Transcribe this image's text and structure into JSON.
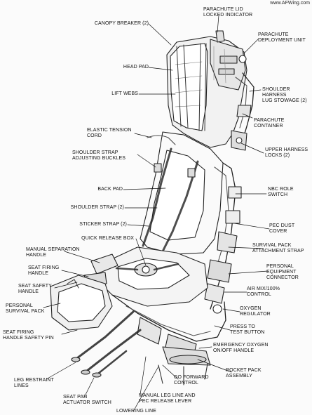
{
  "watermark": "www.AFWing.com",
  "labels": {
    "canopy_breaker": "CANOPY BREAKER (2)",
    "parachute_lid_locked_indicator": "PARACHUTE LID\nLOCKED INDICATOR",
    "parachute_deployment_unit": "PARACHUTE\nDEPLOYMENT UNIT",
    "head_pad": "HEAD PAD",
    "lift_webs": "LIFT WEBS",
    "shoulder_harness_lug_stowage": "SHOULDER\nHARNESS\nLUG STOWAGE (2)",
    "parachute_container": "PARACHUTE\nCONTAINER",
    "elastic_tension_cord": "ELASTIC TENSION\nCORD",
    "shoulder_strap_adjusting_buckles": "SHOULDER STRAP\nADJUSTING BUCKLES",
    "upper_harness_locks": "UPPER HARNESS\nLOCKS (2)",
    "back_pad": "BACK PAD",
    "nbc_role_switch": "NBC ROLE\nSWITCH",
    "shoulder_strap": "SHOULDER STRAP (2)",
    "sticker_strap": "STICKER STRAP (2)",
    "pec_dust_cover": "PEC DUST\nCOVER",
    "quick_release_box": "QUICK RELEASE BOX",
    "manual_separation_handle": "MANUAL SEPARATION\nHANDLE",
    "survival_pack_attachment_strap": "SURVIVAL PACK\nATTACHMENT STRAP",
    "seat_firing_handle": "SEAT FIRING\nHANDLE",
    "personal_equipment_connector": "PERSONAL\nEQUIPMENT\nCONNECTOR",
    "seat_safety_handle": "SEAT SAFETY\nHANDLE",
    "air_mix_control": "AIR MIX/100%\nCONTROL",
    "personal_survival_pack": "PERSONAL\nSURVIVAL PACK",
    "oxygen_regulator": "OXYGEN\nREGULATOR",
    "press_to_test_button": "PRESS TO\nTEST BUTTON",
    "seat_firing_handle_safety_pin": "SEAT FIRING\nHANDLE SAFETY PIN",
    "emergency_oxygen_handle": "EMERGENCY OXYGEN\nON/OFF HANDLE",
    "rocket_pack_assembly": "ROCKET PACK\nASSEMBLY",
    "leg_restraint_lines": "LEG RESTRAINT\nLINES",
    "go_forward_control": "GO FORWARD\nCONTROL",
    "seat_pan_actuator_switch": "SEAT PAN\nACTUATOR SWITCH",
    "manual_leg_line_release": "MANUAL LEG LINE AND\nPEC RELEASE LEVER",
    "lowering_line": "LOWERING LINE"
  }
}
